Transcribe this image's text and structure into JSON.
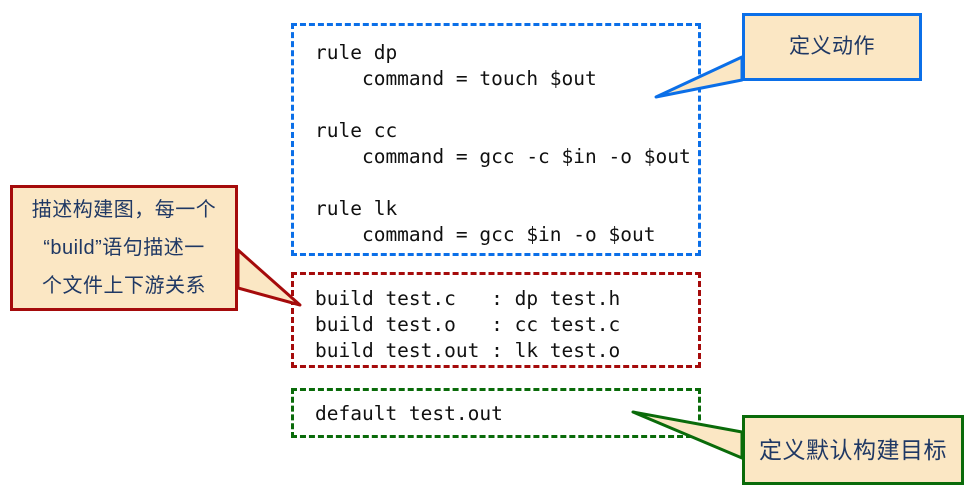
{
  "diagram": {
    "title": "Ninja build file annotated diagram",
    "colors": {
      "rules_border": "#0B6FE8",
      "build_border": "#A50B0B",
      "default_border": "#0A6B0A",
      "callout_fill": "#FBE7C4",
      "callout_text": "#1F3864",
      "code_text": "#101010",
      "background": "#FFFFFF"
    }
  },
  "code": {
    "rules_block": "rule dp\n    command = touch $out\n\nrule cc\n    command = gcc -c $in -o $out\n\nrule lk\n    command = gcc $in -o $out",
    "build_block": "build test.c   : dp test.h\nbuild test.o   : cc test.c\nbuild test.out : lk test.o",
    "default_block": "default test.out"
  },
  "callouts": {
    "actions": "定义动作",
    "graph": "描述构建图，每一个\n“build”语句描述一\n个文件上下游关系",
    "default_target": "定义默认构建目标"
  }
}
